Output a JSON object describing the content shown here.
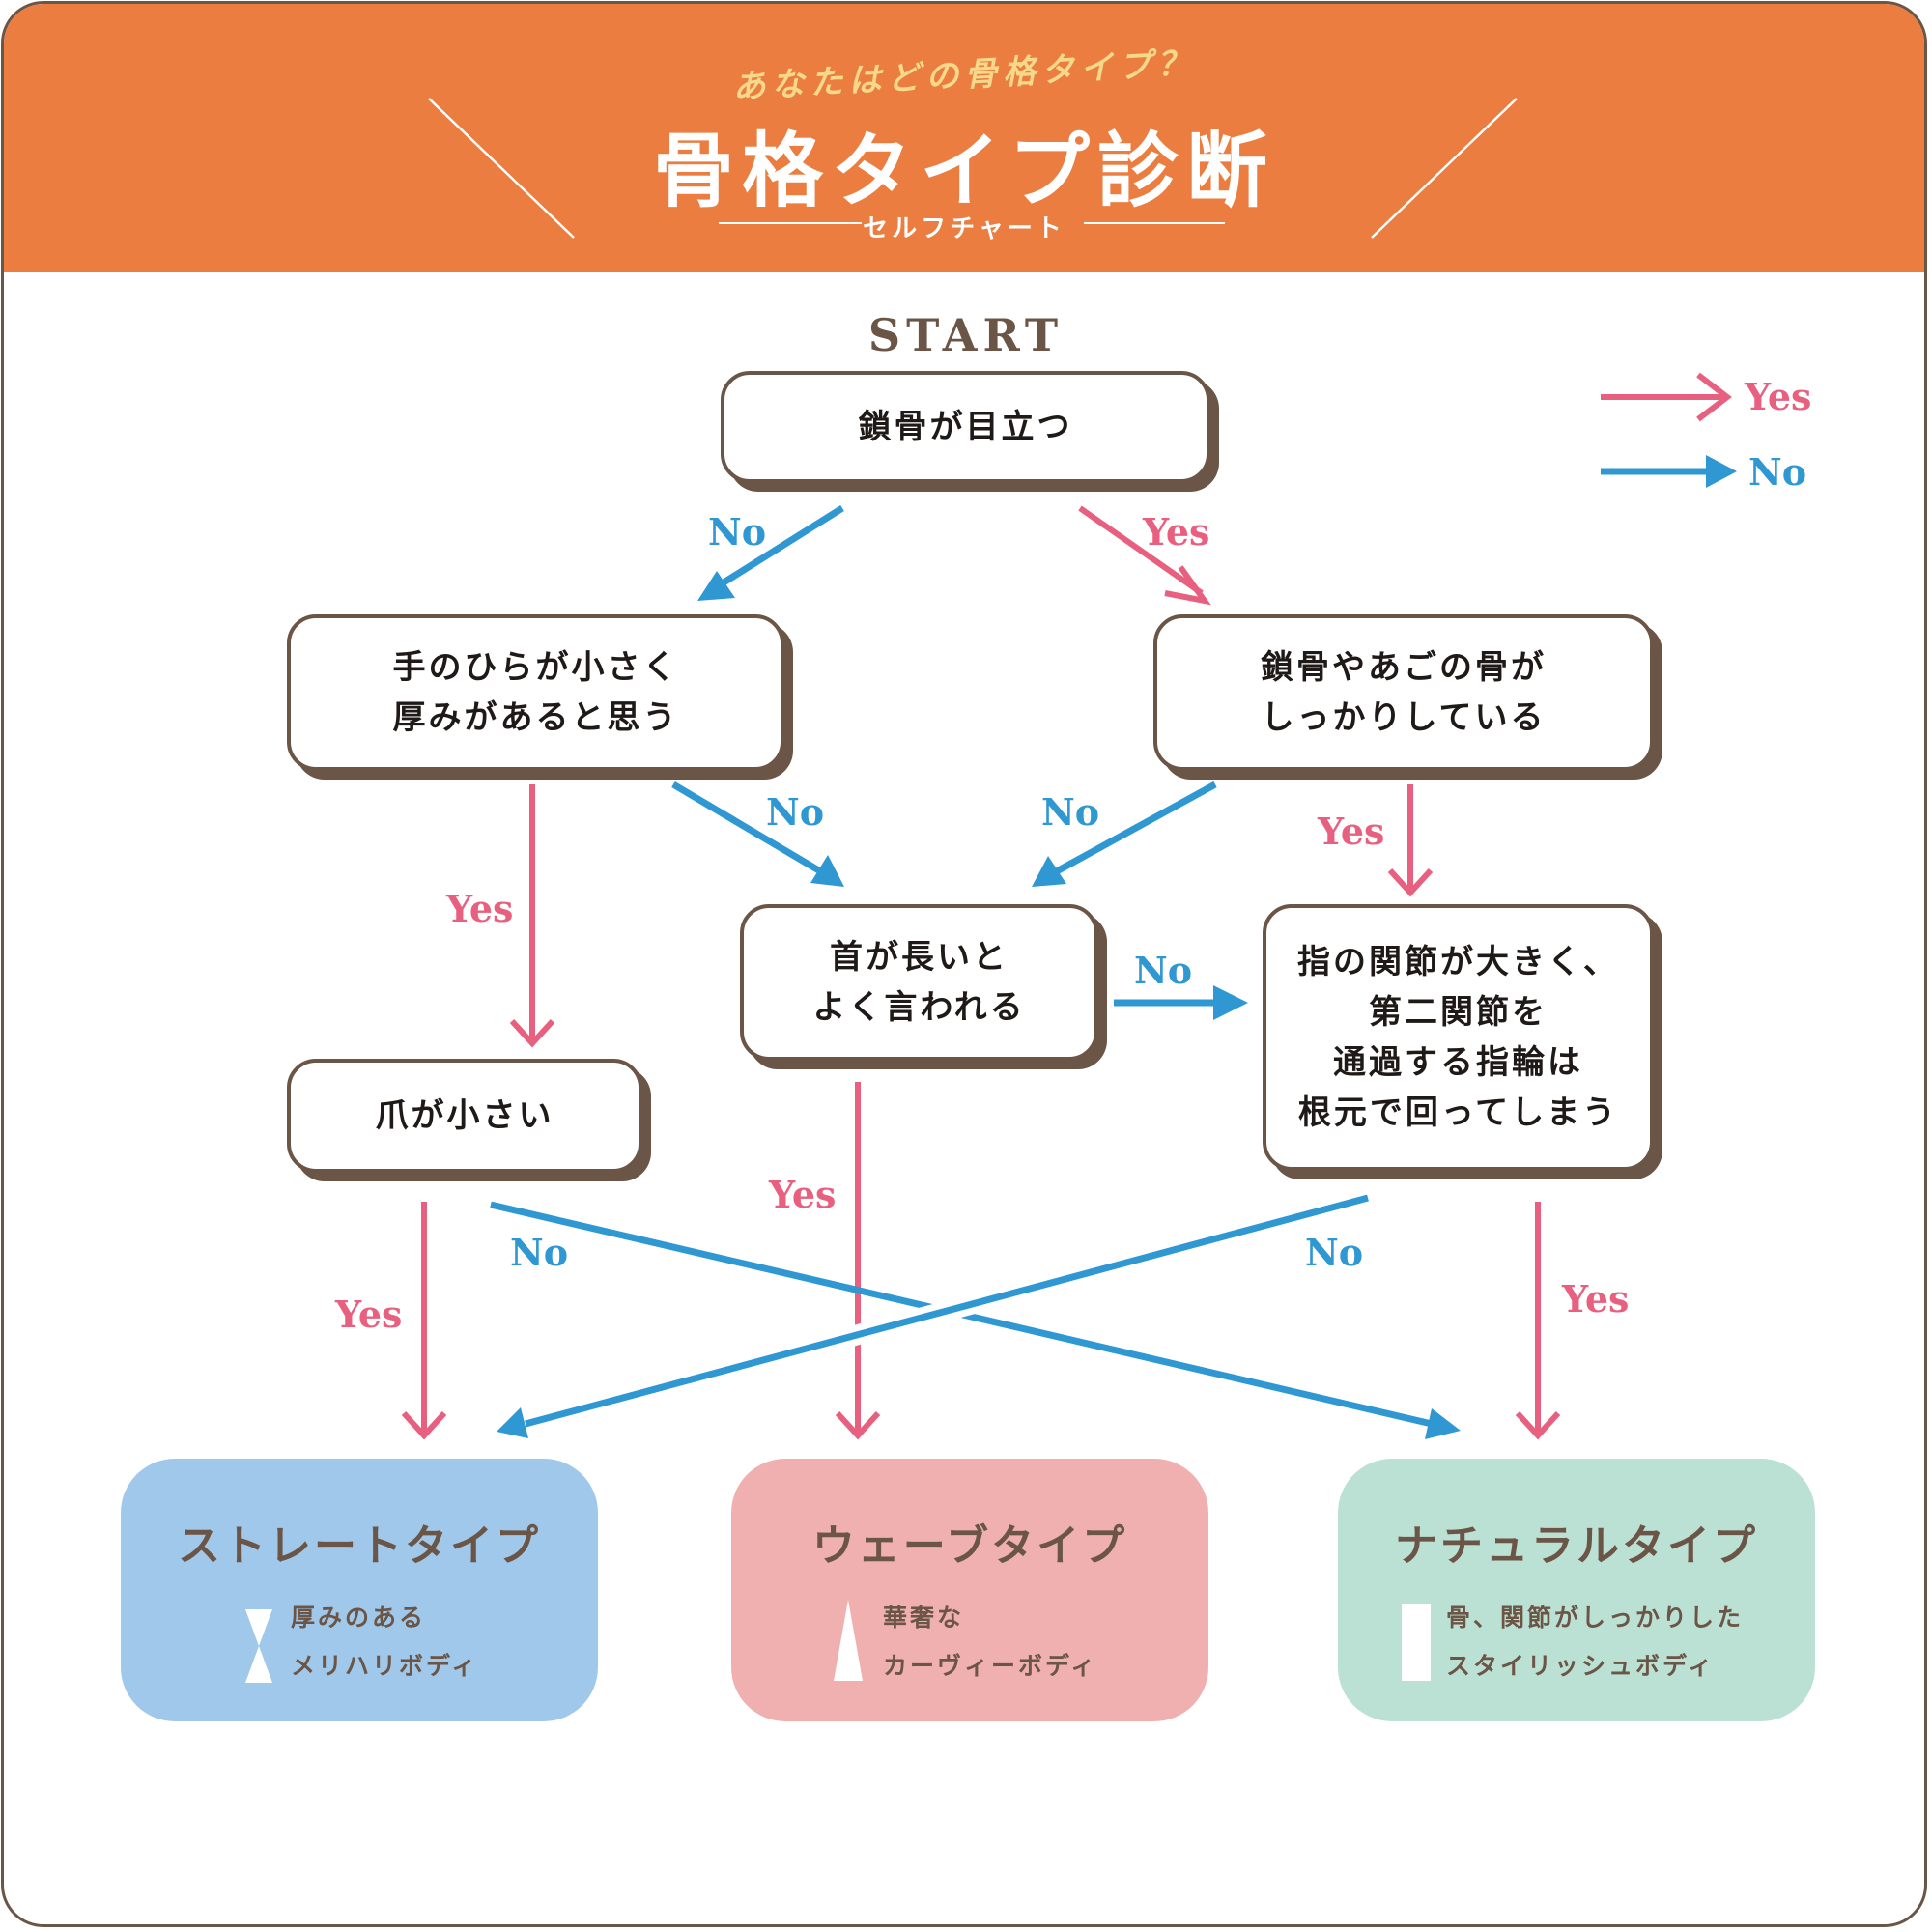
{
  "header": {
    "subtitle": "あなたはどの骨格タイプ？",
    "title": "骨格タイプ診断",
    "tagline": "セルフチャート"
  },
  "colors": {
    "yes": "#e8607f",
    "no": "#2f97d2",
    "header": "#ea7d3f",
    "border": "#6b5546"
  },
  "legend": {
    "yes_label": "Yes",
    "no_label": "No"
  },
  "start_label": "START",
  "questions": {
    "q1": "鎖骨が目立つ",
    "q2": "手のひらが小さく\n厚みがあると思う",
    "q3": "鎖骨やあごの骨が\nしっかりしている",
    "q4": "首が長いと\nよく言われる",
    "q5": "指の関節が大きく、\n第二関節を\n通過する指輪は\n根元で回ってしまう",
    "q6": "爪が小さい"
  },
  "edge_labels": {
    "q1_no": "No",
    "q1_yes": "Yes",
    "q2_yes": "Yes",
    "q2_no": "No",
    "q3_no": "No",
    "q3_yes": "Yes",
    "q4_no": "No",
    "q4_yes": "Yes",
    "q6_yes": "Yes",
    "q6_no": "No",
    "q5_no": "No",
    "q5_yes": "Yes"
  },
  "results": [
    {
      "name": "ストレートタイプ",
      "desc": "厚みのある\nメリハリボディ",
      "color": "#9fc8ea",
      "icon": "hourglass-icon"
    },
    {
      "name": "ウェーブタイプ",
      "desc": "華奢な\nカーヴィーボディ",
      "color": "#f0b0b0",
      "icon": "triangle-icon"
    },
    {
      "name": "ナチュラルタイプ",
      "desc": "骨、関節がしっかりした\nスタイリッシュボディ",
      "color": "#bbe0d4",
      "icon": "rectangle-icon"
    }
  ]
}
